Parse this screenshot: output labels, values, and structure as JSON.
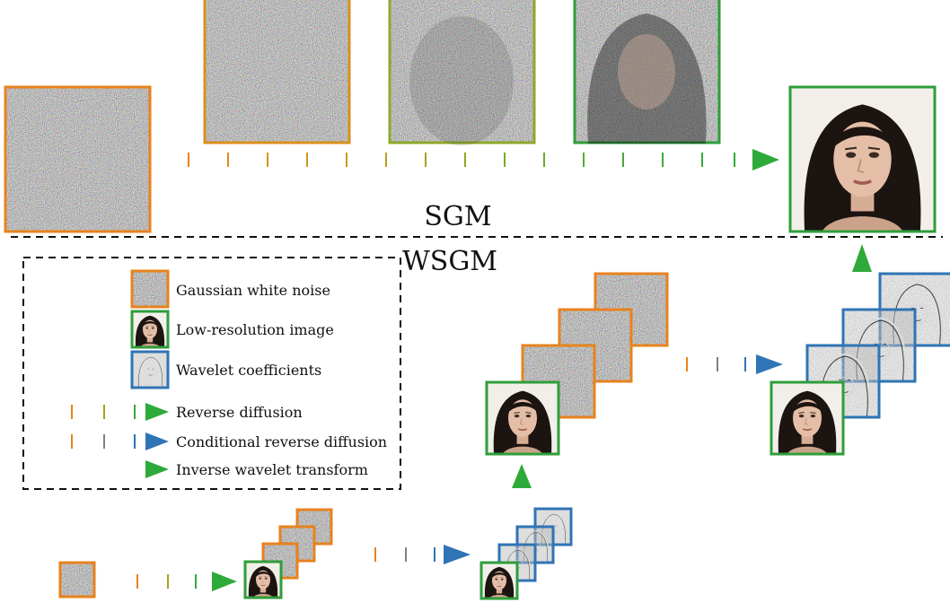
{
  "sections": {
    "top_label": "SGM",
    "bottom_label": "WSGM"
  },
  "legend": {
    "items": [
      {
        "icon": "noise-swatch-icon",
        "label": "Gaussian white noise"
      },
      {
        "icon": "face-thumbnail-icon",
        "label": "Low-resolution image"
      },
      {
        "icon": "wavelet-swatch-icon",
        "label": "Wavelet coefficients"
      },
      {
        "icon": "reverse-diffusion-arrow-icon",
        "label": "Reverse diffusion"
      },
      {
        "icon": "conditional-reverse-diffusion-arrow-icon",
        "label": "Conditional reverse diffusion"
      },
      {
        "icon": "inverse-wavelet-arrow-icon",
        "label": "Inverse wavelet transform"
      }
    ]
  },
  "colors": {
    "noise_border": "#e8821e",
    "image_border": "#2e9e3a",
    "wavelet_border": "#2f74b5",
    "reverse_start": "#e8821e",
    "reverse_mid": "#a8a020",
    "reverse_end": "#2eaa3a",
    "conditional_mid": "#808080",
    "conditional_end": "#2f74b5",
    "inverse_start": "#2f8f9a",
    "inverse_end": "#2eaa3a",
    "separator": "#111111"
  }
}
